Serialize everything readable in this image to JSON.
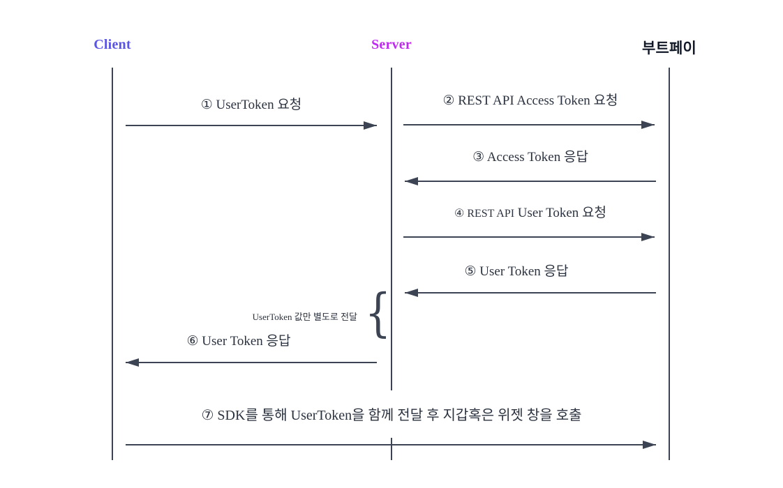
{
  "participants": [
    {
      "label": "Client",
      "color": "#5b55e6"
    },
    {
      "label": "Server",
      "color": "#c02bf2"
    },
    {
      "label": "부트페이",
      "color": "#111827"
    }
  ],
  "messages": [
    {
      "step": "1",
      "label": "① UserToken 요청",
      "from": "Client",
      "to": "Server",
      "direction": "right"
    },
    {
      "step": "2",
      "label": "② REST API Access Token 요청",
      "from": "Server",
      "to": "부트페이",
      "direction": "right"
    },
    {
      "step": "3",
      "label": "③ Access Token 응답",
      "from": "부트페이",
      "to": "Server",
      "direction": "left"
    },
    {
      "step": "4",
      "prefix": "④ REST API",
      "label": " User Token 요청",
      "from": "Server",
      "to": "부트페이",
      "direction": "right"
    },
    {
      "step": "5",
      "label": "⑤ User Token 응답",
      "from": "부트페이",
      "to": "Server",
      "direction": "left"
    },
    {
      "step": "6",
      "label": "⑥ User Token 응답",
      "from": "Server",
      "to": "Client",
      "direction": "left"
    },
    {
      "step": "7",
      "label": "⑦ SDK를 통해 UserToken을 함께 전달 후 지갑혹은 위젯 창을 호출",
      "from": "Client",
      "to": "부트페이",
      "direction": "right"
    }
  ],
  "annotation": {
    "label": "UserToken 값만 별도로 전달",
    "brace_glyph": "{"
  },
  "colors": {
    "line": "#3c4352",
    "label_text": "#2b323f",
    "client_accent": "#5b55e6",
    "server_accent": "#c02bf2",
    "bootpay_text": "#111827"
  }
}
